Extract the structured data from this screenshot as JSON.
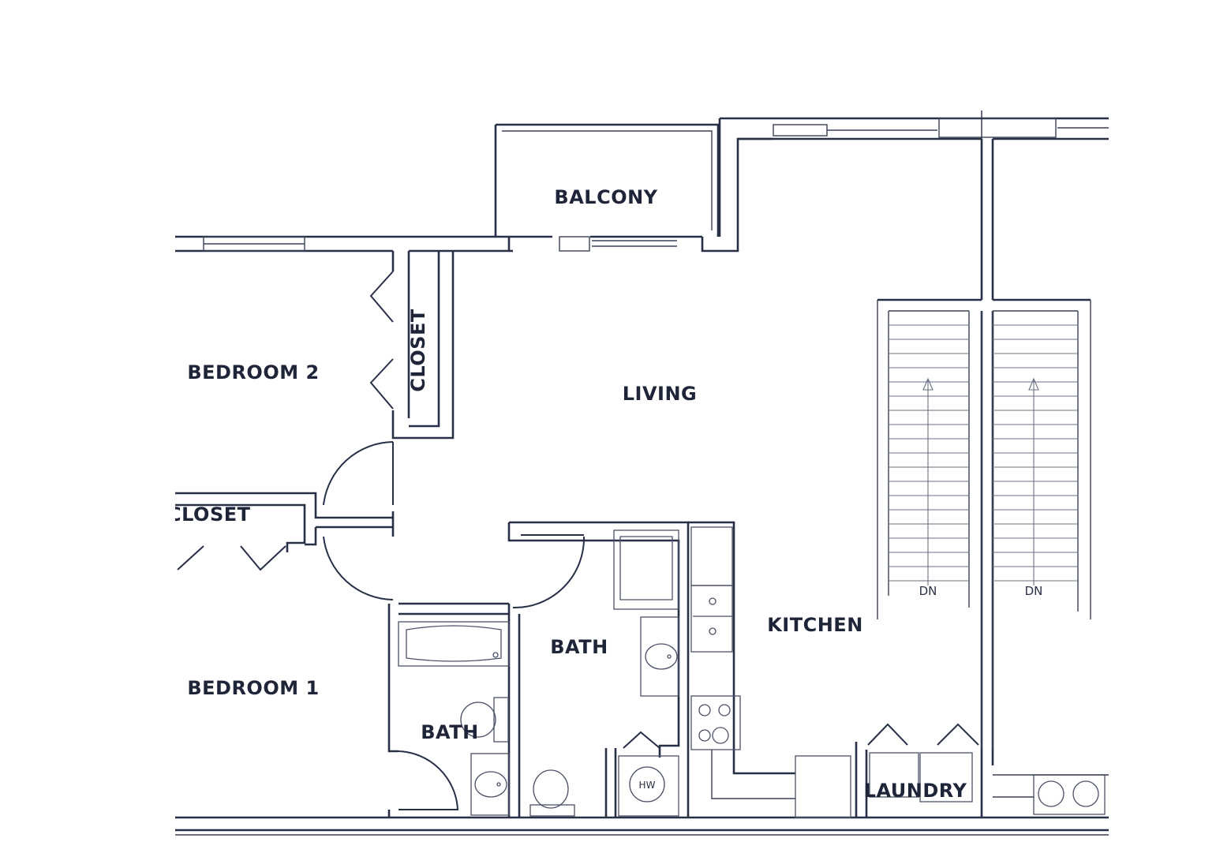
{
  "rooms": {
    "balcony": "BALCONY",
    "bedroom2": "BEDROOM 2",
    "closet_vertical": "CLOSET",
    "living": "LIVING",
    "closet_horizontal": "CLOSET",
    "bedroom1": "BEDROOM 1",
    "bath_main": "BATH",
    "bath_small": "BATH",
    "kitchen": "KITCHEN",
    "laundry": "LAUNDRY"
  },
  "stairs": {
    "left_label": "DN",
    "right_label": "DN"
  },
  "fixtures": {
    "water_heater": "HW"
  },
  "colors": {
    "line": "#283048",
    "background": "#ffffff"
  }
}
